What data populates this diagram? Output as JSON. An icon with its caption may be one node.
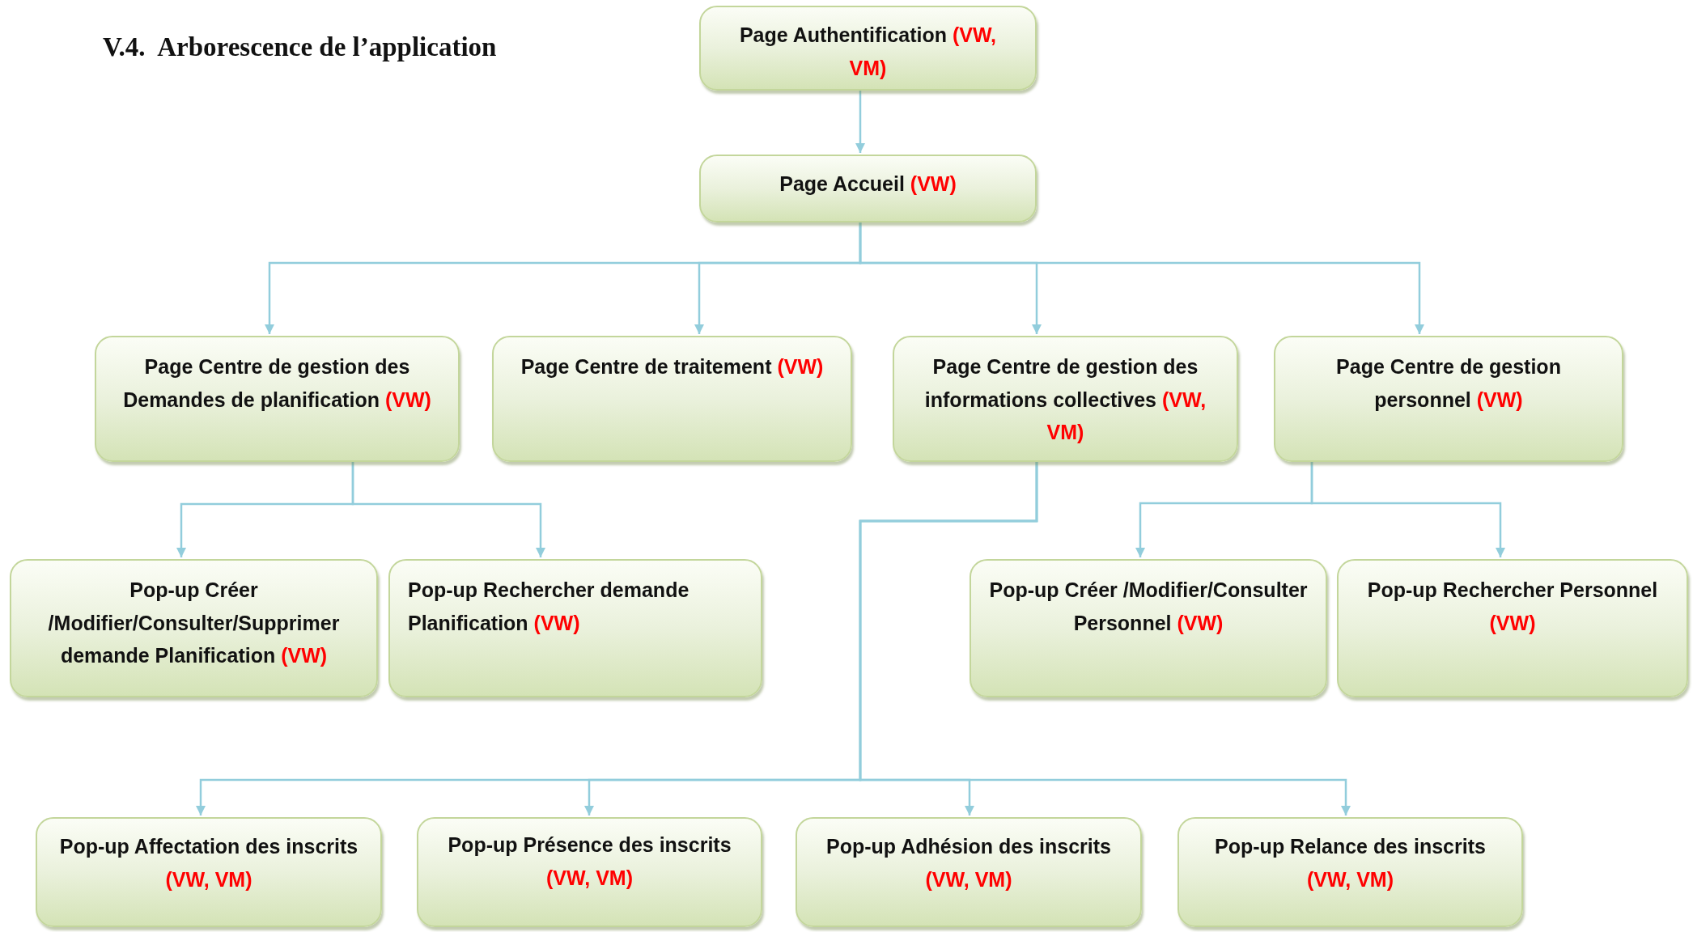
{
  "diagram": {
    "title": "V.4.  Arborescence de l’application",
    "nodes": [
      {
        "text": [
          "Page Authentification",
          "(VW, VM)"
        ]
      },
      {
        "text": [
          "Page Accueil",
          "(VW)"
        ]
      },
      {
        "text": [
          "Page Centre de gestion des Demandes de planification",
          "(VW)"
        ]
      },
      {
        "text": [
          "Page Centre de traitement",
          "(VW)"
        ]
      },
      {
        "text": [
          "Page Centre de gestion des informations collectives",
          "(VW, VM)"
        ]
      },
      {
        "text": [
          "Page Centre de gestion personnel",
          "(VW)"
        ]
      },
      {
        "text": [
          "Pop-up Créer /Modifier/Consulter/Supprimer demande Planification",
          "(VW)"
        ]
      },
      {
        "text": [
          "Pop-up Rechercher demande Planification",
          "(VW)"
        ]
      },
      {
        "text": [
          "Pop-up Créer /Modifier/Consulter Personnel",
          "(VW)"
        ]
      },
      {
        "text": [
          "Pop-up Rechercher Personnel",
          "(VW)"
        ]
      },
      {
        "text": [
          "Pop-up Affectation des inscrits",
          "(VW, VM)"
        ]
      },
      {
        "text": [
          "Pop-up Présence des inscrits",
          "(VW, VM)"
        ]
      },
      {
        "text": [
          "Pop-up Adhésion des inscrits",
          "(VW, VM)"
        ]
      },
      {
        "text": [
          "Pop-up Relance des inscrits",
          "(VW, VM)"
        ]
      }
    ],
    "edges": [
      {
        "from": 0,
        "to": 1,
        "arrow": "to"
      },
      {
        "from": 1,
        "to": 2,
        "arrow": "to"
      },
      {
        "from": 1,
        "to": 3,
        "arrow": "to"
      },
      {
        "from": 1,
        "to": 4,
        "arrow": "to"
      },
      {
        "from": 1,
        "to": 5,
        "arrow": "to"
      },
      {
        "from": 2,
        "to": 6,
        "arrow": "to"
      },
      {
        "from": 2,
        "to": 7,
        "arrow": "to"
      },
      {
        "from": 5,
        "to": 8,
        "arrow": "to"
      },
      {
        "from": 5,
        "to": 9,
        "arrow": "to"
      },
      {
        "from": 4,
        "to": 10,
        "arrow": "to"
      },
      {
        "from": 4,
        "to": 11,
        "arrow": "to"
      },
      {
        "from": 4,
        "to": 12,
        "arrow": "to"
      },
      {
        "from": 4,
        "to": 13,
        "arrow": "to"
      }
    ]
  }
}
